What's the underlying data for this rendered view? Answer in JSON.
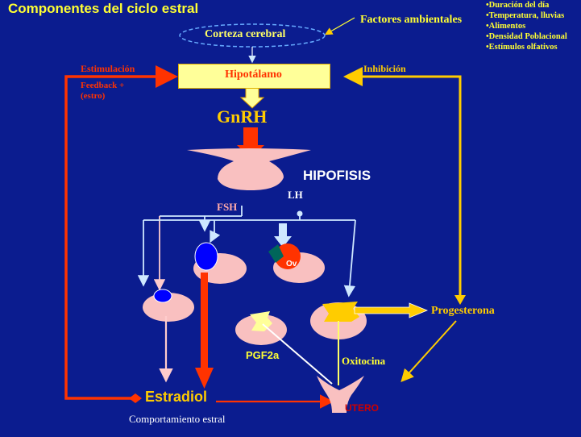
{
  "title": "Componentes del ciclo estral",
  "environment": {
    "label": "Factores ambientales",
    "items": [
      "•Duración del día",
      "•Temperatura, lluvias",
      "•Alimentos",
      "•Densidad Poblacional",
      "•Estímulos olfativos"
    ]
  },
  "nodes": {
    "cortex": "Corteza cerebral",
    "hypothalamus": "Hipotálamo",
    "gnrh": "GnRH",
    "pituitary": "HIPOFISIS",
    "lh": "LH",
    "fsh": "FSH",
    "ovulation": "Ov",
    "progesterone": "Progesterona",
    "pgf2a": "PGF2a",
    "oxytocin": "Oxitocina",
    "estradiol": "Estradiol",
    "behavior": "Comportamiento estral",
    "uterus": "UTERO"
  },
  "edges": {
    "stimulation": "Estimulación",
    "feedback": "Feedback +\n(estro)",
    "inhibition": "Inhibición"
  },
  "colors": {
    "background": "#0b1c8f",
    "stimulation": "#ff3300",
    "inhibition": "#ffcc00",
    "tissue": "#f9c0c0",
    "follicle": "#0000ff",
    "corpus_luteum": "#ffcc00"
  }
}
